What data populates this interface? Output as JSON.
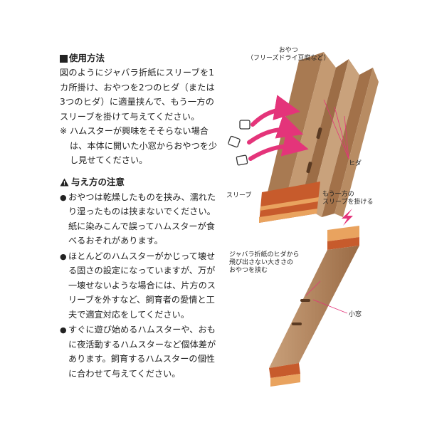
{
  "usage": {
    "title": "使用方法",
    "body": "図のようにジャバラ折紙にスリーブを1カ所掛け、おやつを2つのヒダ（または3つのヒダ）に適量挟んで、もう一方のスリーブを掛けて与えてください。",
    "note_mark": "※",
    "note": "ハムスターが興味をそそらない場合は、本体に開いた小窓からおやつを少し見せてください。"
  },
  "caution": {
    "title": "与え方の注意",
    "bullets": [
      "おやつは乾燥したものを挟み、濡れたり湿ったものは挟まないでください。紙に染みこんで誤ってハムスターが食べるおそれがあります。",
      "ほとんどのハムスターがかじって壊せる固さの設定になっていますが、万が一壊せないような場合には、片方のスリーブを外すなど、飼育者の愛情と工夫で適宜対応をしてください。",
      "すぐに遊び始めるハムスターや、おもに夜活動するハムスターなど個体差があります。飼育するハムスターの個性に合わせて与えてください。"
    ]
  },
  "diagram": {
    "snack_label_1": "おやつ",
    "snack_label_2": "（フリーズドライ豆腐など）",
    "fold_label": "ヒダ",
    "sleeve_label": "スリーブ",
    "other_sleeve_1": "もう一方の",
    "other_sleeve_2": "スリーブを掛ける",
    "pinch_1": "ジャバラ折紙のヒダから",
    "pinch_2": "飛び出さない大きさの",
    "pinch_3": "おやつを挟む",
    "window_label": "小窓",
    "colors": {
      "cardboard": "#b0835a",
      "cardboard_dark": "#8a5f3c",
      "sleeve": "#c75b2c",
      "sleeve_light": "#e9a35f",
      "arrow_pink": "#e4347a"
    }
  }
}
